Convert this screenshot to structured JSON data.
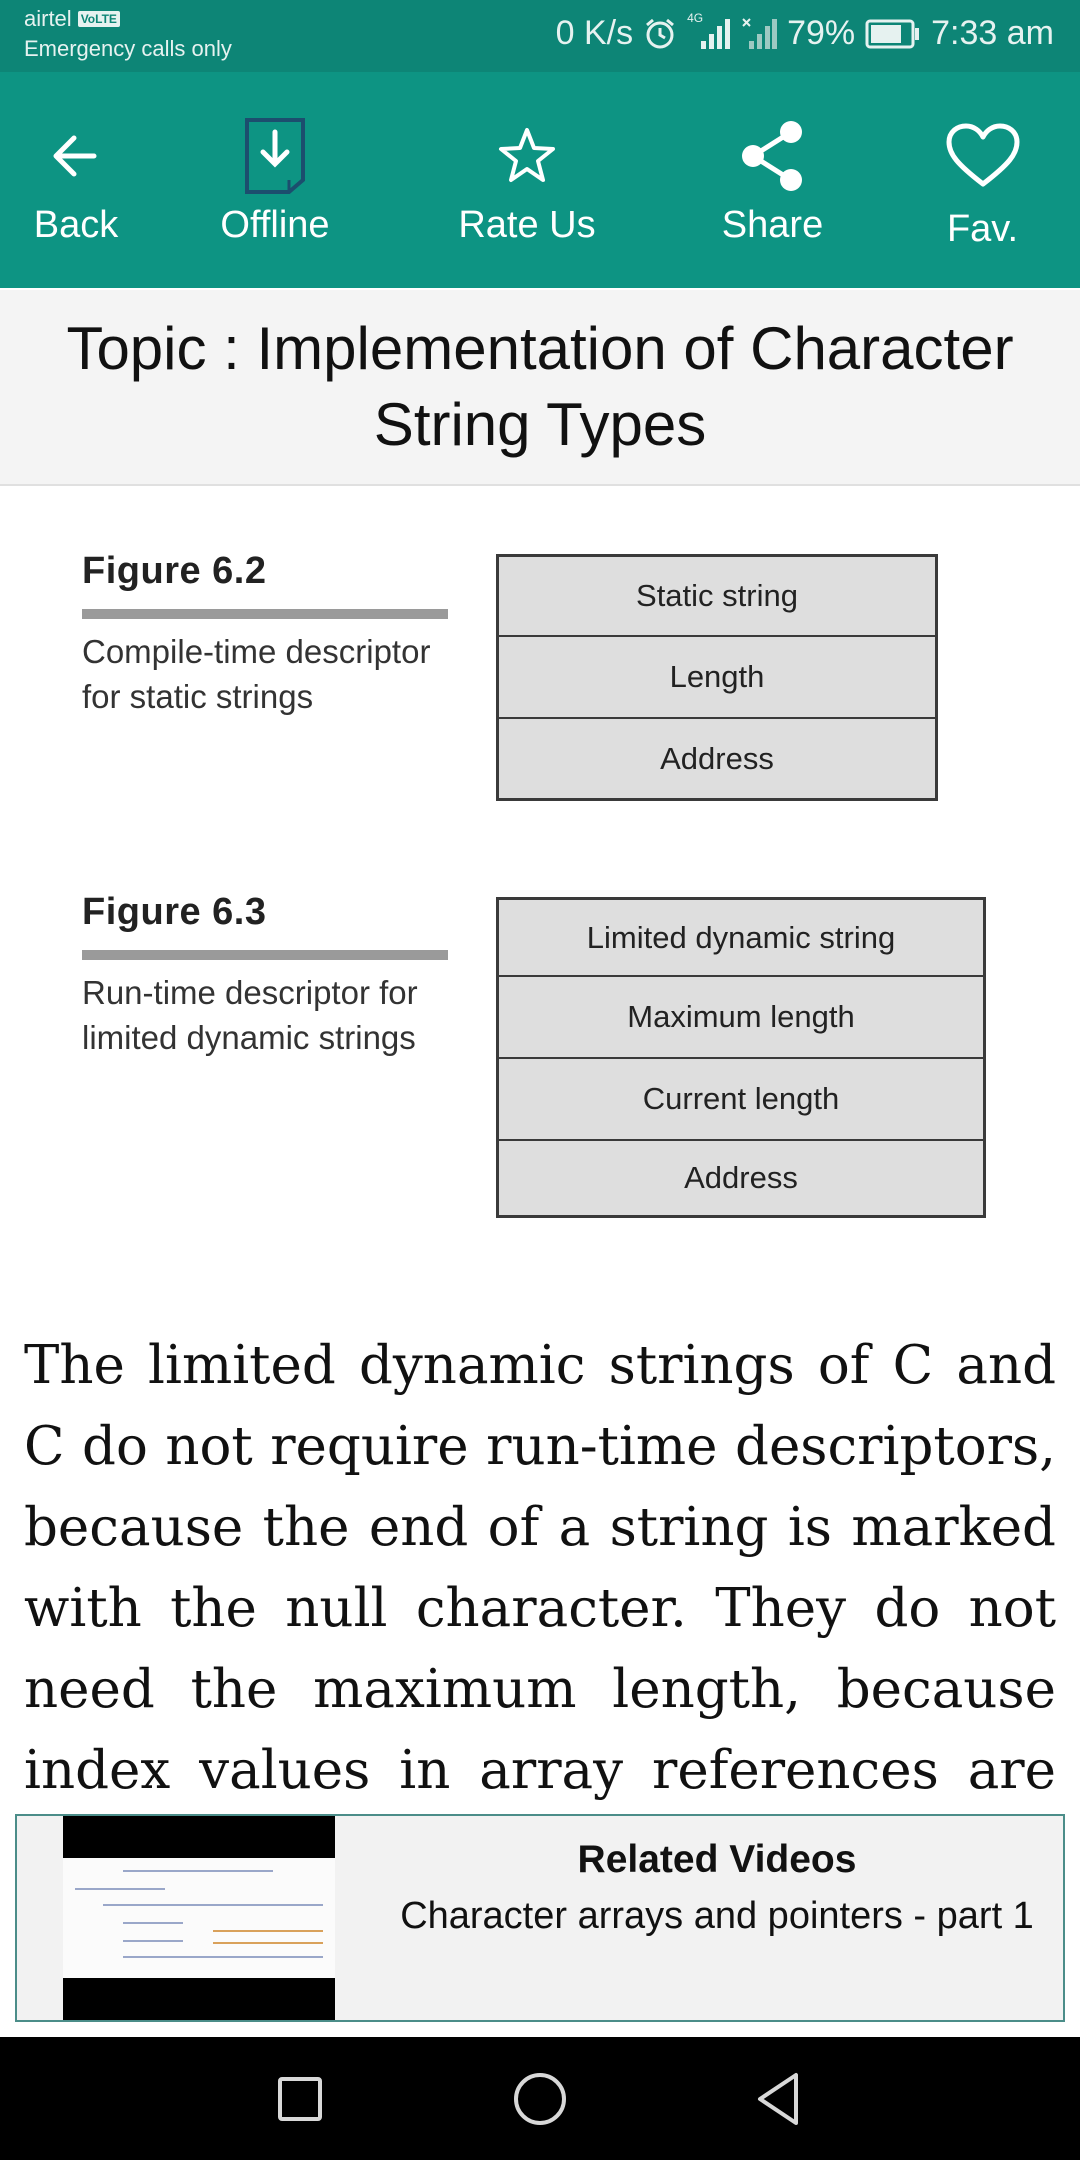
{
  "status_bar": {
    "carrier": "airtel",
    "volte_badge": "VoLTE",
    "emergency_text": "Emergency calls only",
    "network_speed": "0 K/s",
    "network_type": "4G",
    "battery_percent": "79%",
    "battery_level": 0.79,
    "time": "7:33 am"
  },
  "toolbar": {
    "items": [
      {
        "label": "Back",
        "icon": "arrow-left-icon"
      },
      {
        "label": "Offline",
        "icon": "download-document-icon"
      },
      {
        "label": "Rate Us",
        "icon": "star-icon"
      },
      {
        "label": "Share",
        "icon": "share-icon"
      },
      {
        "label": "Fav.",
        "icon": "heart-icon"
      }
    ],
    "background_color": "#0d9483"
  },
  "topic": {
    "title": "Topic : Implementation of Character String Types"
  },
  "figures": [
    {
      "title": "Figure 6.2",
      "caption": "Compile-time descriptor for static strings",
      "cells": [
        "Static string",
        "Length",
        "Address"
      ]
    },
    {
      "title": "Figure 6.3",
      "caption": "Run-time descriptor for limited dynamic strings",
      "cells": [
        "Limited dynamic string",
        "Maximum length",
        "Current length",
        "Address"
      ]
    }
  ],
  "body": {
    "text": "The limited dynamic strings of C and C do not require run-time descriptors, because the end of a string is marked with the null character. They do not need the maximum length, because index values in array references are not"
  },
  "related_videos": {
    "heading": "Related Videos",
    "title": "Character arrays and pointers - part 1"
  },
  "nav_bar": {
    "buttons": [
      "recents-square-icon",
      "home-circle-icon",
      "back-triangle-icon"
    ]
  }
}
